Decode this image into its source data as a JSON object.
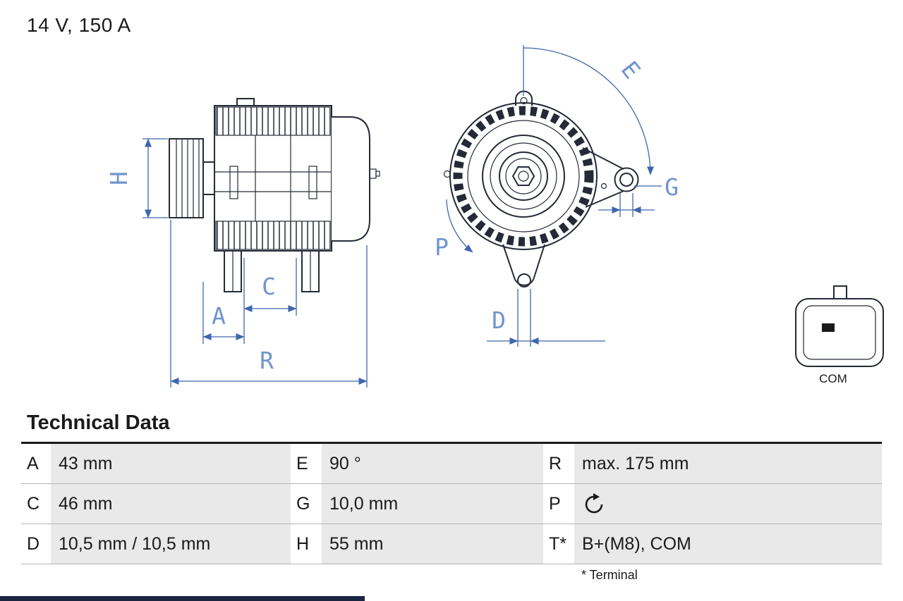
{
  "colors": {
    "drawing_line": "#252a36",
    "dimension_blue": "#3f66ae",
    "dimension_label_blue": "#7094ce",
    "table_value_fill": "#e9e9e9",
    "accent_bar": "#1b2440"
  },
  "header": {
    "rating": "14 V, 150 A"
  },
  "diagram": {
    "dimension_labels": {
      "h": "H",
      "c": "C",
      "a": "A",
      "r": "R",
      "e": "E",
      "g": "G",
      "p": "P",
      "d": "D"
    },
    "connector": {
      "label": "COM"
    }
  },
  "technical_data": {
    "title": "Technical Data",
    "footnote": "* Terminal",
    "rows": [
      {
        "cells": [
          {
            "key": "A",
            "value": "43 mm"
          },
          {
            "key": "E",
            "value": "90 °"
          },
          {
            "key": "R",
            "value": "max. 175 mm"
          }
        ]
      },
      {
        "cells": [
          {
            "key": "C",
            "value": "46 mm"
          },
          {
            "key": "G",
            "value": "10,0 mm"
          },
          {
            "key": "P",
            "icon": "rotation-direction"
          }
        ]
      },
      {
        "cells": [
          {
            "key": "D",
            "value": "10,5 mm / 10,5 mm"
          },
          {
            "key": "H",
            "value": "55 mm"
          },
          {
            "key": "T*",
            "value": "B+(M8), COM"
          }
        ]
      }
    ]
  }
}
